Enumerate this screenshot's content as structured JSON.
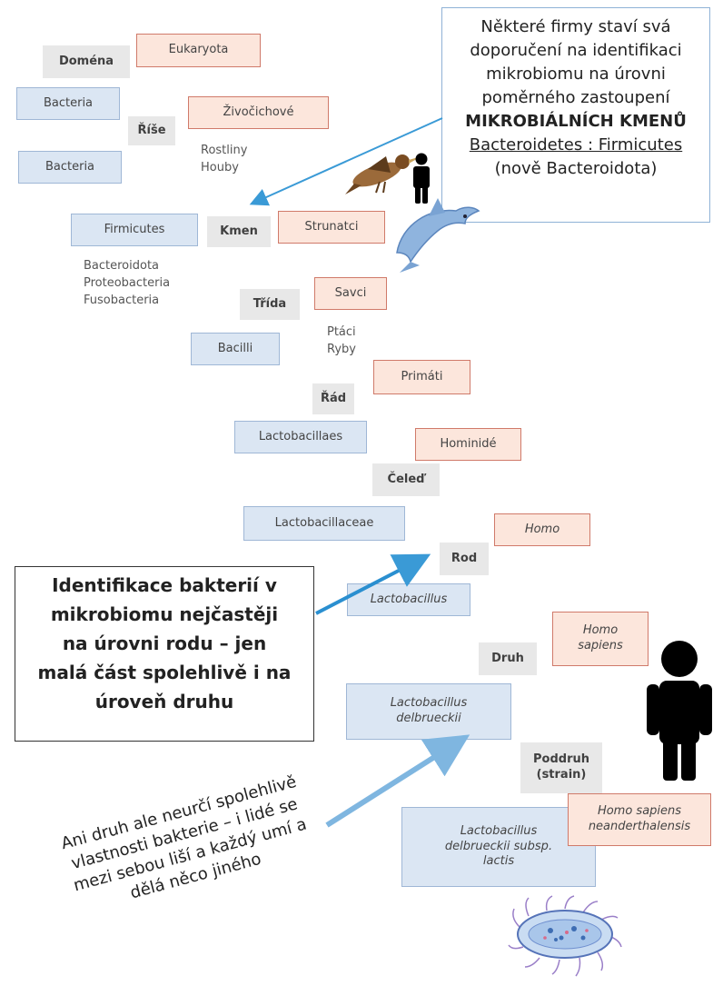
{
  "callout_top": {
    "line1": "Některé firmy staví svá",
    "line2": "doporučení na identifikaci",
    "line3": "mikrobiomu na úrovni",
    "line4": "poměrného zastoupení",
    "line5": "MIKROBIÁLNÍCH KMENŮ",
    "line6": "Bacteroidetes : Firmicutes",
    "line7": "(nově Bacteroidota)"
  },
  "ranks": {
    "domena": "Doména",
    "rise": "Říše",
    "kmen": "Kmen",
    "trida": "Třída",
    "rad": "Řád",
    "celed": "Čeleď",
    "rod": "Rod",
    "druh": "Druh",
    "poddruh_1": "Poddruh",
    "poddruh_2": "(strain)"
  },
  "bacteria": {
    "domain_1": "Bacteria",
    "domain_2": "Bacteria",
    "phylum": "Firmicutes",
    "phylum_others": [
      "Bacteroidota",
      "Proteobacteria",
      "Fusobacteria"
    ],
    "class": "Bacilli",
    "order": "Lactobacillaes",
    "family": "Lactobacillaceae",
    "genus": "Lactobacillus",
    "species_1": "Lactobacillus",
    "species_2": "delbrueckii",
    "subspecies_1": "Lactobacillus",
    "subspecies_2": "delbrueckii subsp.",
    "subspecies_3": "lactis"
  },
  "human": {
    "domain": "Eukaryota",
    "kingdom": "Živočichové",
    "kingdom_others": [
      "Rostliny",
      "Houby"
    ],
    "phylum": "Strunatci",
    "class": "Savci",
    "class_others": [
      "Ptáci",
      "Ryby"
    ],
    "order": "Primáti",
    "family": "Hominidé",
    "genus": "Homo",
    "species_1": "Homo",
    "species_2": "sapiens",
    "subspecies_1": "Homo sapiens",
    "subspecies_2": "neanderthalensis"
  },
  "callout_left": {
    "line1": "Identifikace bakterií v",
    "line2": "mikrobiomu nejčastěji",
    "line3": "na úrovni rodu – jen",
    "line4": "malá část spolehlivě i na",
    "line5": "úroveň druhu"
  },
  "rotated_note": {
    "line1": "Ani druh ale neurčí spolehlivě",
    "line2": "vlastnosti bakterie – i lidé se",
    "line3": "mezi sebou liší a každý umí a",
    "line4": "dělá něco jiného"
  },
  "colors": {
    "bacteria_fill": "#dbe6f3",
    "bacteria_border": "#9fb7d6",
    "human_fill": "#fce6dc",
    "human_border": "#d07a6a",
    "rank_fill": "#e8e8e8",
    "arrow": "#3a9ad6"
  },
  "icons": [
    "bird-icon",
    "person-icon",
    "dolphin-icon",
    "person-large-icon",
    "bacterium-icon"
  ]
}
